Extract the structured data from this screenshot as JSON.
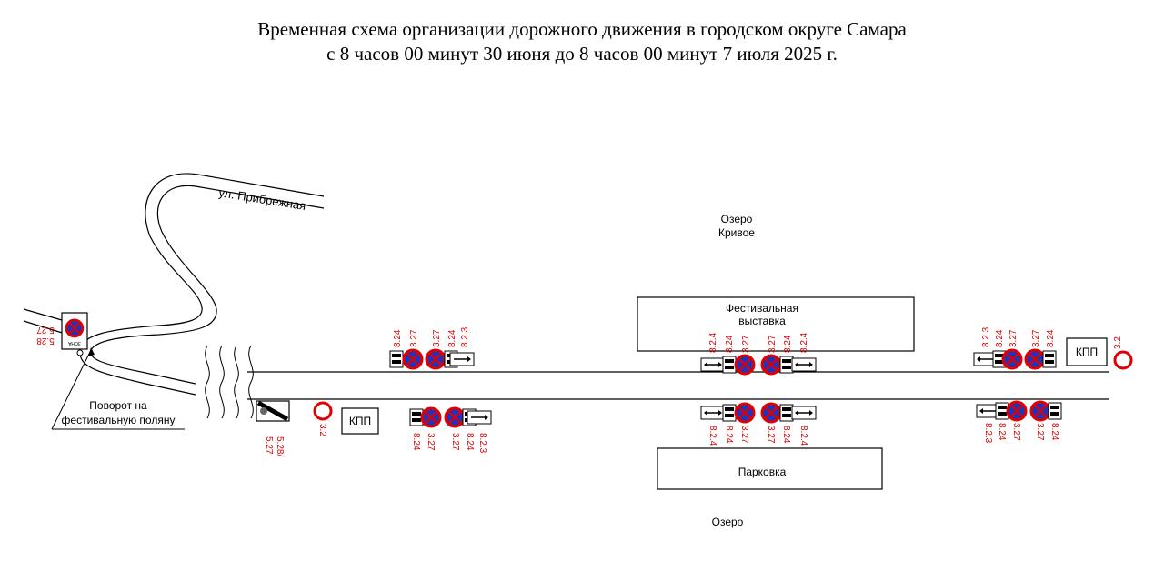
{
  "header": {
    "title_line1": "Временная схема организации дорожного движения в городском округе Самара",
    "title_line2": "с 8 часов 00 минут 30 июня до 8 часов 00 минут 7 июля 2025 г."
  },
  "places": {
    "street": "ул. Прибрежная",
    "lake_top_1": "Озеро",
    "lake_top_2": "Кривое",
    "exhibition_1": "Фестивальная",
    "exhibition_2": "выставка",
    "parking": "Парковка",
    "lake_bottom": "Озеро",
    "turn_1": "Поворот на",
    "turn_2": "фестивальную поляну",
    "checkpoint": "КПП"
  },
  "signs": {
    "s824": "8.24",
    "s327": "3.27",
    "s823": "8.2.3",
    "s824b": "8.2.4",
    "s32": "3.2",
    "s528": "5.28/",
    "s527": "5.27",
    "zone_text": "ЗОНА",
    "zone_code_a": "5.27",
    "zone_code_b": "5.28"
  },
  "colors": {
    "road_line": "#000000",
    "sign_red": "#e00000",
    "sign_blue": "#2233bb",
    "code_text": "#e00000"
  },
  "icons": {
    "no_stopping": "no-stopping-sign",
    "no_entry": "no-vehicles-sign",
    "tow_truck": "tow-truck-plate",
    "arrow_plate": "direction-arrow-plate"
  }
}
